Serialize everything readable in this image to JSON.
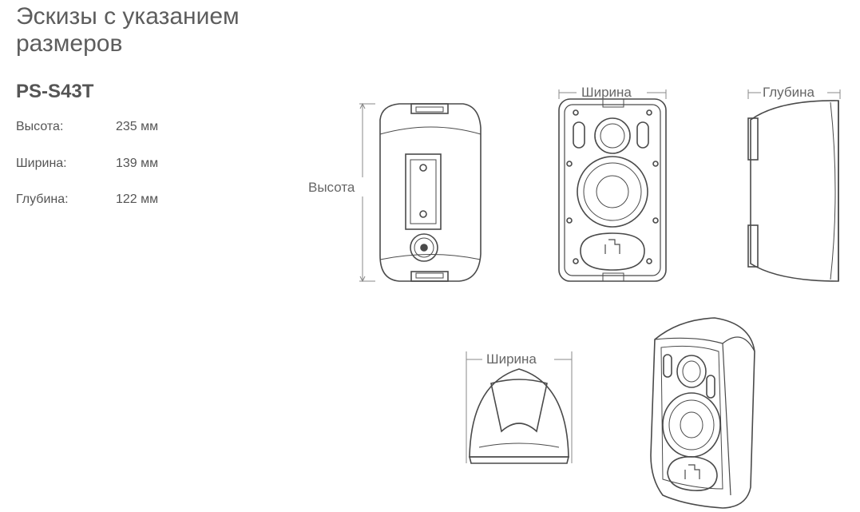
{
  "title": "Эскизы с указанием размеров",
  "model": "PS-S43T",
  "specs": [
    {
      "label": "Высота:",
      "value": "235 мм"
    },
    {
      "label": "Ширина:",
      "value": "139 мм"
    },
    {
      "label": "Глубина:",
      "value": "122 мм"
    }
  ],
  "dimension_labels": {
    "height": "Высота",
    "width": "Ширина",
    "depth": "Глубина",
    "width_top": "Ширина"
  },
  "colors": {
    "line": "#4a4a4a",
    "dim_line": "#888888",
    "text": "#5a5a5a"
  }
}
